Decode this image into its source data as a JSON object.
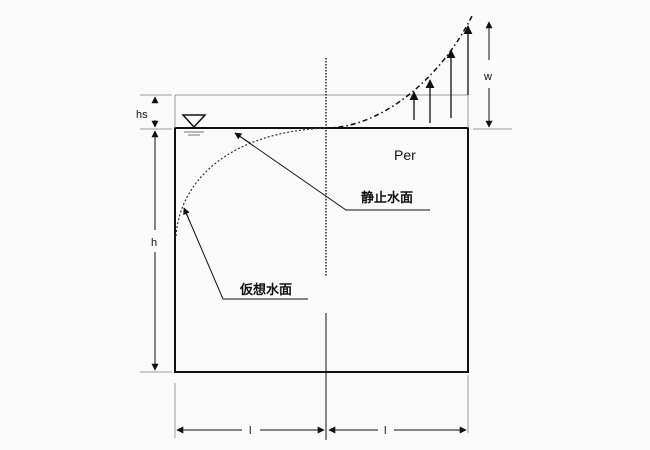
{
  "diagram": {
    "labels": {
      "hs": "hs",
      "h": "h",
      "w": "w",
      "per": "Per",
      "static_water_surface": "静止水面",
      "virtual_water_surface": "仮想水面",
      "l_left": "l",
      "l_right": "l"
    },
    "colors": {
      "background": "#fafafa",
      "line": "#111111",
      "guide": "#999999"
    }
  }
}
